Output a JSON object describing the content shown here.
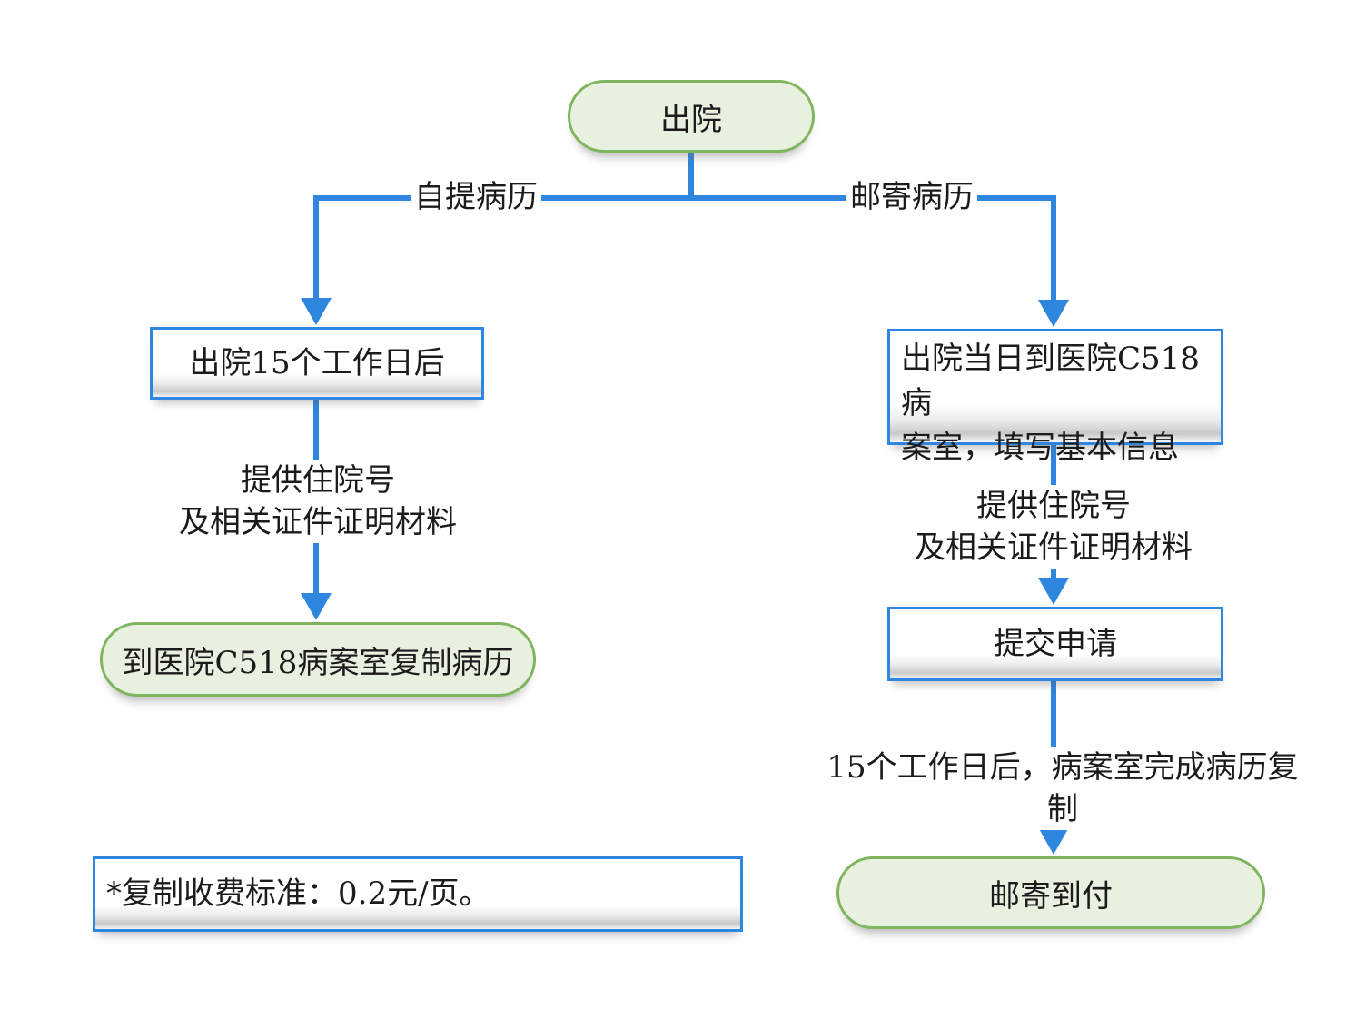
{
  "diagram": {
    "type": "flowchart",
    "colors": {
      "connector_blue": "#2e86de",
      "box_border_blue": "#2e86de",
      "stadium_border_green": "#7fb55e",
      "stadium_fill_green": "#e8f1e0",
      "text": "#1b1b1b",
      "shadow_gray": "#c9c9c9"
    },
    "start": {
      "label": "出院"
    },
    "branches": {
      "left_label": "自提病历",
      "right_label": "邮寄病历"
    },
    "left_path": {
      "step1": "出院15个工作日后",
      "edge_label": "提供住院号\n及相关证件证明材料",
      "end": "到医院C518病案室复制病历"
    },
    "right_path": {
      "step1": "出院当日到医院C518病\n案室，填写基本信息",
      "edge_label1": "提供住院号\n及相关证件证明材料",
      "step2": "提交申请",
      "edge_label2": "15个工作日后，病案室完成病历复制",
      "end": "邮寄到付"
    },
    "note": {
      "text": "*复制收费标准：0.2元/页。"
    }
  }
}
